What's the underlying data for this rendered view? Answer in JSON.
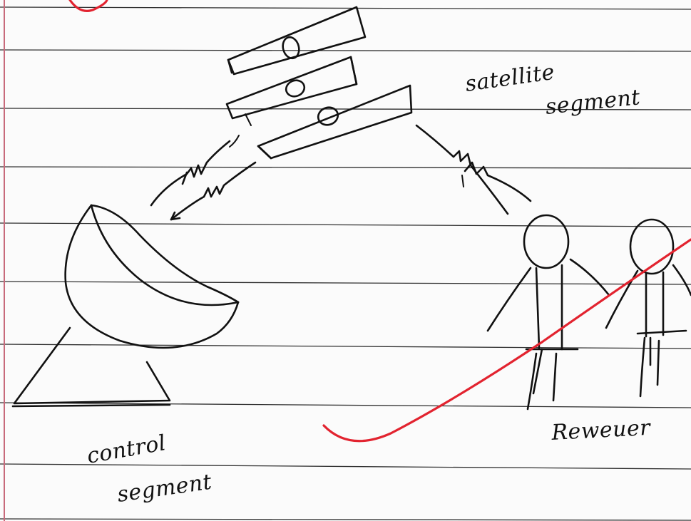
{
  "diagram": {
    "labels": {
      "satellite": [
        "satellite",
        "segment"
      ],
      "control": [
        "control",
        "segment"
      ],
      "receiver": "Reweuer"
    }
  },
  "colors": {
    "paper": "#fbfbfb",
    "ink": "#111111",
    "rule_lines": "#2f2f2f",
    "margin_line": "#c86a7b",
    "teacher_mark": "#e2232f"
  }
}
